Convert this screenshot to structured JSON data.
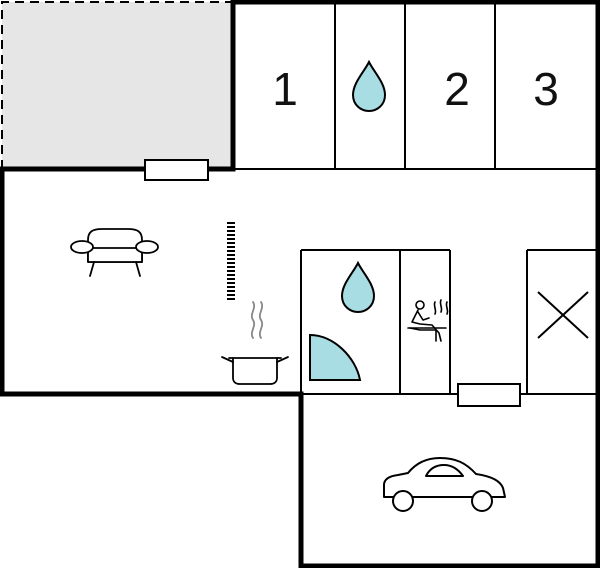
{
  "floorplan": {
    "rooms": {
      "bedroom_1": {
        "number": "1"
      },
      "bedroom_2": {
        "number": "2"
      },
      "bedroom_3": {
        "number": "3"
      }
    },
    "legend": {
      "terrace": "terrace-area",
      "living": "sofa-icon",
      "heating": "radiator-icon",
      "kitchen": "cooking-pot-icon",
      "bathroom": "water-drop-icon",
      "shower": "shower-cabin-icon",
      "sauna": "sauna-icon",
      "technical": "x-box-icon",
      "garage": "car-icon"
    },
    "colors": {
      "wall": "#000000",
      "terrace_fill": "#e6e6e6",
      "water": "#a8dde3"
    }
  }
}
